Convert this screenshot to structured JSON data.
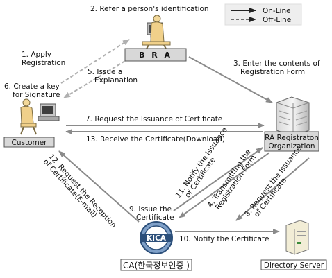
{
  "legend": {
    "online": "On-Line",
    "offline": "Off-Line"
  },
  "nodes": {
    "bra": "B R A",
    "customer": "Customer",
    "ra_line1": "RA Registraton",
    "ra_line2": "Organization",
    "ca": "CA(한국정보인증 )",
    "ca_logo_text": "KICA",
    "directory": "Directory Server"
  },
  "steps": {
    "s1_line1": "1. Apply",
    "s1_line2": "Registration",
    "s2": "2. Refer a person's identification",
    "s3_line1": "3. Enter the contents of",
    "s3_line2": "Registration Form",
    "s4_line1": "4. Transmitting the",
    "s4_line2": "Registration Form",
    "s5_line1": "5. Issue a",
    "s5_line2": "Explanation",
    "s6_line1": "6. Create a key",
    "s6_line2": "for Signature",
    "s7": "7. Request the Issuance of Certificate",
    "s8_line1": "8. Request the Issuance",
    "s8_line2": "of Certificate",
    "s9_line1": "9. Issue the",
    "s9_line2": "Certificate",
    "s10": "10. Notify the Certificate",
    "s11_line1": "11. Notify the Issuance",
    "s11_line2": "of Certificate",
    "s12_line1": "12. Request the Reception",
    "s12_line2": "of Certificate(E-mail)",
    "s13": "13. Receive the Certificate(Download)"
  }
}
